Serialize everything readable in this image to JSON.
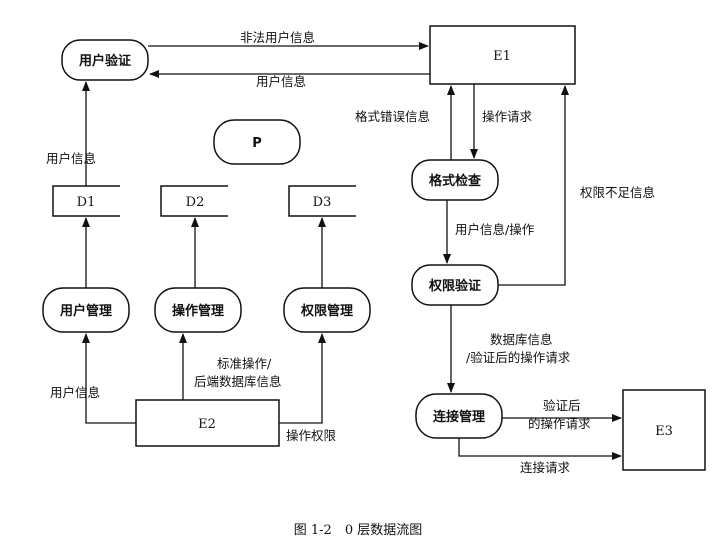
{
  "processes": {
    "user_verify": "用户验证",
    "p": "P",
    "format_check": "格式检查",
    "perm_verify": "权限验证",
    "user_mgmt": "用户管理",
    "op_mgmt": "操作管理",
    "perm_mgmt": "权限管理",
    "conn_mgmt": "连接管理"
  },
  "entities": {
    "e1": "E1",
    "e2": "E2",
    "e3": "E3"
  },
  "stores": {
    "d1": "D1",
    "d2": "D2",
    "d3": "D3"
  },
  "flows": {
    "illegal_user_info": "非法用户信息",
    "user_info_top": "用户信息",
    "format_error": "格式错误信息",
    "op_request": "操作请求",
    "perm_insufficient": "权限不足信息",
    "user_info_op": "用户信息/操作",
    "db_info_line1": "数据库信息",
    "db_info_line2": "/验证后的操作请求",
    "verified_line1": "验证后",
    "verified_line2": "的操作请求",
    "conn_request": "连接请求",
    "user_info_d1": "用户信息",
    "user_info_e2": "用户信息",
    "std_op_line1": "标准操作/",
    "std_op_line2": "后端数据库信息",
    "op_perm": "操作权限"
  },
  "caption": "图 1-2　0 层数据流图"
}
